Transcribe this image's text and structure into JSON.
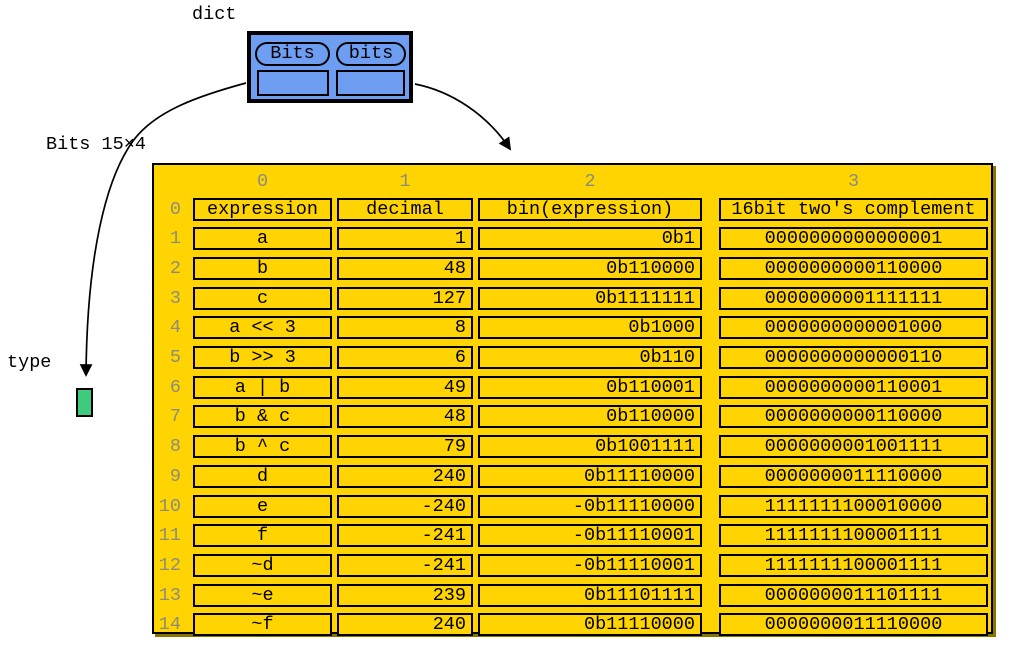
{
  "labels": {
    "dict_label": "dict",
    "object_label": "Bits 15×4",
    "type_label": "type"
  },
  "dict_node": {
    "keys": [
      "Bits",
      "bits"
    ]
  },
  "table": {
    "column_indices": [
      "0",
      "1",
      "2",
      "3"
    ],
    "row_indices": [
      "0",
      "1",
      "2",
      "3",
      "4",
      "5",
      "6",
      "7",
      "8",
      "9",
      "10",
      "11",
      "12",
      "13",
      "14"
    ],
    "rows": [
      [
        "expression",
        "decimal",
        "bin(expression)",
        "16bit two's complement"
      ],
      [
        "a",
        "1",
        "0b1",
        "0000000000000001"
      ],
      [
        "b",
        "48",
        "0b110000",
        "0000000000110000"
      ],
      [
        "c",
        "127",
        "0b1111111",
        "0000000001111111"
      ],
      [
        "a << 3",
        "8",
        "0b1000",
        "0000000000001000"
      ],
      [
        "b >> 3",
        "6",
        "0b110",
        "0000000000000110"
      ],
      [
        "a | b",
        "49",
        "0b110001",
        "0000000000110001"
      ],
      [
        "b & c",
        "48",
        "0b110000",
        "0000000000110000"
      ],
      [
        "b ^ c",
        "79",
        "0b1001111",
        "0000000001001111"
      ],
      [
        "d",
        "240",
        "0b11110000",
        "0000000011110000"
      ],
      [
        "e",
        "-240",
        "-0b11110000",
        "1111111100010000"
      ],
      [
        "f",
        "-241",
        "-0b11110001",
        "1111111100001111"
      ],
      [
        "~d",
        "-241",
        "-0b11110001",
        "1111111100001111"
      ],
      [
        "~e",
        "239",
        "0b11101111",
        "0000000011101111"
      ],
      [
        "~f",
        "240",
        "0b11110000",
        "0000000011110000"
      ]
    ]
  },
  "colors": {
    "table_bg": "#FFD400",
    "node_bg": "#6D9EF1",
    "type_bg": "#3ECB7E",
    "index_text": "#8C8C7C",
    "table_shadow": "#8A7400",
    "edge_color": "#000000"
  }
}
